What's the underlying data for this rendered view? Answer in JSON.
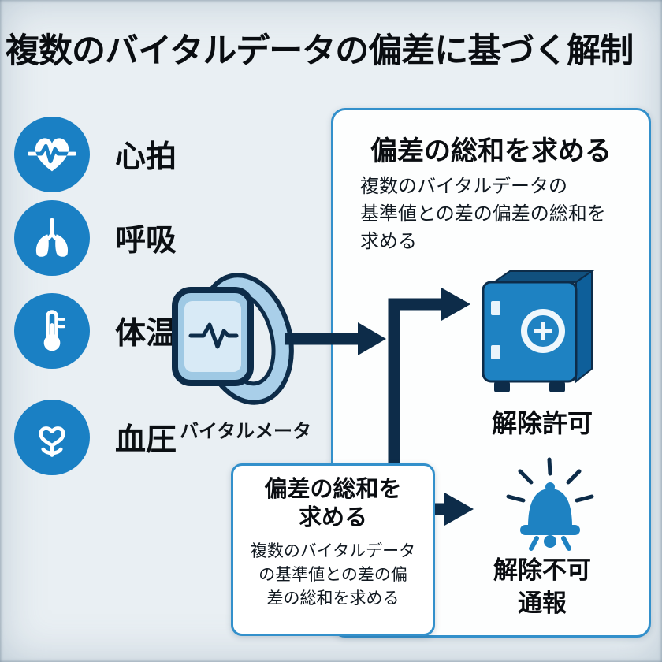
{
  "title": "複数のバイタルデータの偏差に基づく解制",
  "vitals": [
    {
      "label": "心拍",
      "icon": "heart-icon"
    },
    {
      "label": "呼吸",
      "icon": "lungs-icon"
    },
    {
      "label": "体温",
      "icon": "thermometer-icon"
    },
    {
      "label": "血圧",
      "icon": "blood-pressure-icon"
    }
  ],
  "device": {
    "label": "バイタルメータ"
  },
  "panel": {
    "title": "偏差の総和を求める",
    "description": "複数のバイタルデータの\n基準値との差の偏差の総和を\n求める",
    "outcomes": {
      "allow": {
        "label": "解除許可",
        "icon": "safe-icon"
      },
      "deny": {
        "label": "解除不可\n通報",
        "icon": "alarm-bell-icon"
      }
    }
  },
  "bottom_box": {
    "title": "偏差の総和を\n求める",
    "description": "複数のバイタルデータ\nの基準値との差の偏\n差の総和を求める"
  },
  "colors": {
    "background": "#e9eff3",
    "primary_blue": "#1a80c4",
    "dark_navy": "#0d2c49",
    "panel_border": "#3390cb",
    "panel_bg": "#fdfefe",
    "watch_band": "#a9cfe9",
    "watch_screen": "#d8eaf6"
  }
}
